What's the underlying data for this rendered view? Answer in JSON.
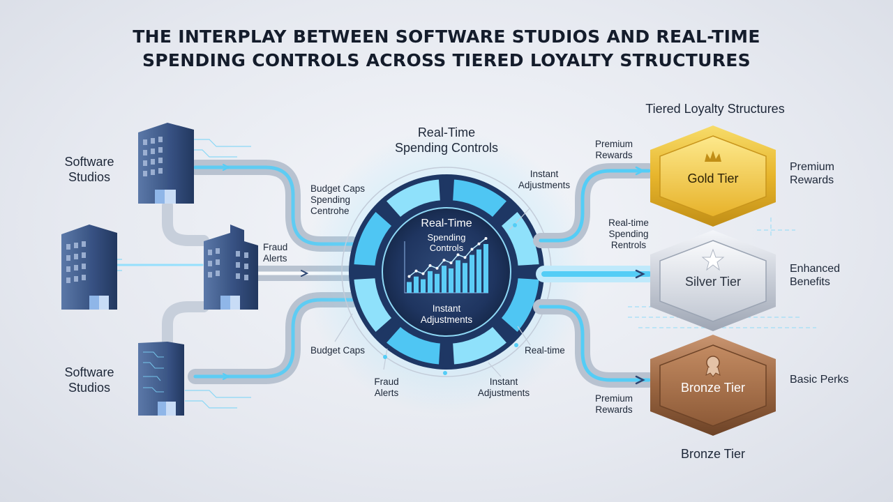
{
  "title": {
    "line1": "THE INTERPLAY BETWEEN SOFTWARE STUDIOS AND REAL-TIME",
    "line2": "SPENDING CONTROLS ACROSS TIERED LOYALTY STRUCTURES"
  },
  "studios": {
    "top_label": [
      "Software",
      "Studios"
    ],
    "bottom_label": [
      "Software",
      "Studios"
    ]
  },
  "controls": {
    "header": [
      "Real-Time",
      "Spending Controls"
    ],
    "hub": {
      "title": "Real-Time",
      "subtitle": [
        "Spending",
        "Controls"
      ],
      "footer": [
        "Instant",
        "Adjustments"
      ]
    },
    "hub_chart_values": [
      2,
      3,
      2.5,
      4,
      3.5,
      5,
      4.5,
      6,
      5.5,
      7,
      8,
      9
    ],
    "callouts": {
      "budget_caps_top": [
        "Budget Caps",
        "Spending",
        "Centrohe"
      ],
      "fraud_alerts_left": [
        "Fraud",
        "Alerts"
      ],
      "instant_adjustments_top": [
        "Instant",
        "Adjustments"
      ],
      "budget_caps_bottom": [
        "Budget Caps"
      ],
      "real_time_bottom": [
        "Real-time"
      ],
      "fraud_alerts_bottom": [
        "Fraud",
        "Alerts"
      ],
      "instant_adjustments_bottom": [
        "Instant",
        "Adjustments"
      ]
    }
  },
  "loyalty": {
    "header": "Tiered Loyalty Structures",
    "flow_labels": {
      "premium_top": [
        "Premium",
        "Rewards"
      ],
      "realtime_mid": [
        "Real-time",
        "Spending",
        "Rentrols"
      ],
      "premium_bottom": [
        "Premium",
        "Rewards"
      ]
    },
    "tiers": [
      {
        "name": "Gold Tier",
        "benefit": [
          "Premium",
          "Rewards"
        ],
        "icon": "crown-icon"
      },
      {
        "name": "Silver Tier",
        "benefit": [
          "Enhanced",
          "Benefits"
        ],
        "icon": "star-icon"
      },
      {
        "name": "Bronze Tier",
        "benefit": [
          "Basic Perks"
        ],
        "icon": "medal-icon"
      }
    ],
    "bottom_caption": "Bronze Tier"
  },
  "colors": {
    "flow_blue": "#49c8f5",
    "building_dark": "#2c4572",
    "gold": "#e8b92f",
    "silver": "#c9ced8",
    "bronze": "#a26f4a"
  }
}
